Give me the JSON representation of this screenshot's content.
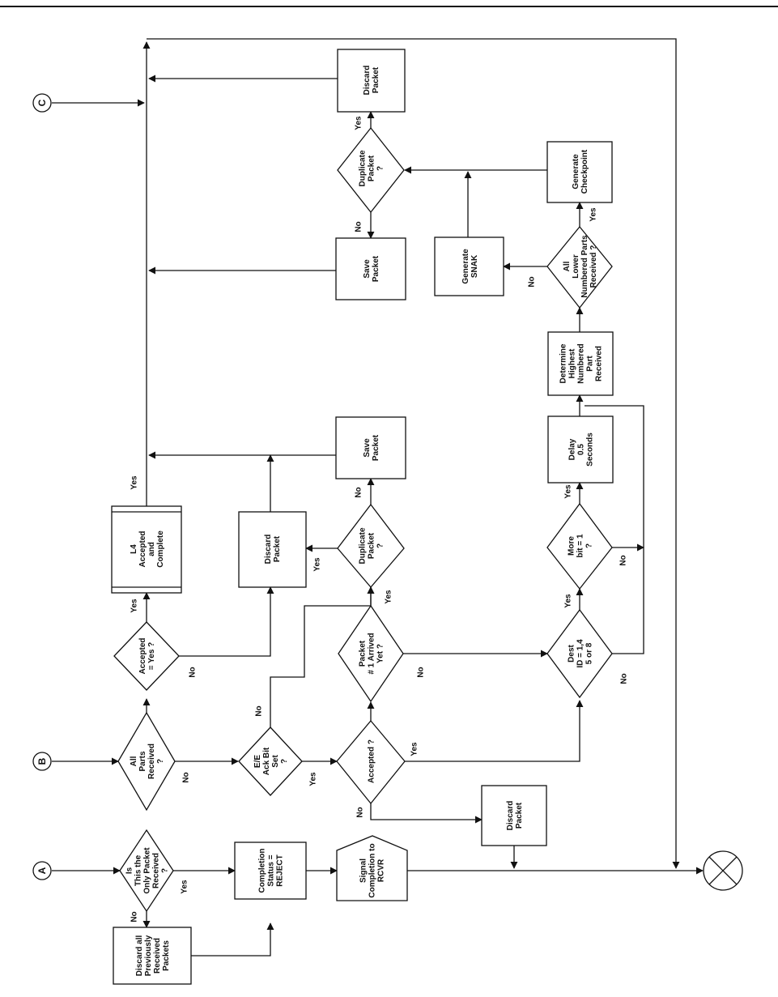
{
  "connectors": {
    "a": "A",
    "b": "B",
    "c": "C"
  },
  "nodes": {
    "only_packet": [
      "Is",
      "This the",
      "Only Packet",
      "Received",
      "?"
    ],
    "discard_all": [
      "Discard all",
      "Previously",
      "Received",
      "Packets"
    ],
    "completion_status": [
      "Completion",
      "Status =",
      "REJECT"
    ],
    "signal_completion": [
      "Signal",
      "Completion to",
      "RCVR"
    ],
    "discard_packet_1": [
      "Discard",
      "Packet"
    ],
    "all_parts": [
      "All",
      "Parts",
      "Received",
      "?"
    ],
    "ee_ack": [
      "E/E",
      "Ack Bit",
      "Set",
      "?"
    ],
    "accepted_q": [
      "Accepted ?"
    ],
    "accepted_yes_q": [
      "Accepted",
      "= Yes ?"
    ],
    "packet1_arrived": [
      "Packet",
      "# 1 Arrived",
      "Yet ?"
    ],
    "dest_id": [
      "Dest",
      "ID = 1,4",
      "5 or 8"
    ],
    "l4_accepted": [
      "L4",
      "Accepted",
      "and",
      "Complete"
    ],
    "discard_packet_2": [
      "Discard",
      "Packet"
    ],
    "duplicate_1": [
      "Duplicate",
      "Packet",
      "?"
    ],
    "save_packet_1": [
      "Save",
      "Packet"
    ],
    "more_bit": [
      "More",
      "bit = 1",
      "?"
    ],
    "delay": [
      "Delay",
      "0.5",
      "Seconds"
    ],
    "determine_highest": [
      "Determine",
      "Highest",
      "Numbered",
      "Part",
      "Received"
    ],
    "all_lower": [
      "All",
      "Lower",
      "Numbered Parts",
      "Received ?"
    ],
    "generate_snak": [
      "Generate",
      "SNAK"
    ],
    "generate_checkpoint": [
      "Generate",
      "Checkpoint"
    ],
    "save_packet_2": [
      "Save",
      "Packet"
    ],
    "duplicate_2": [
      "Duplicate",
      "Packet",
      "?"
    ],
    "discard_packet_3": [
      "Discard",
      "Packet"
    ]
  },
  "edge_labels": {
    "only_no": "No",
    "only_yes": "Yes",
    "parts_no": "No",
    "ack_no": "No",
    "ack_yes": "Yes",
    "acc_no": "No",
    "acc_yes": "Yes",
    "accyes_yes": "Yes",
    "accyes_no": "No",
    "pkt1_yes": "Yes",
    "pkt1_no": "No",
    "dest_yes": "Yes",
    "dest_no": "No",
    "more_yes": "Yes",
    "more_no": "No",
    "dup1_yes": "Yes",
    "dup1_no": "No",
    "l4_yes": "Yes",
    "lower_yes": "Yes",
    "lower_no": "No",
    "dup2_no": "No",
    "dup2_yes": "Yes"
  }
}
